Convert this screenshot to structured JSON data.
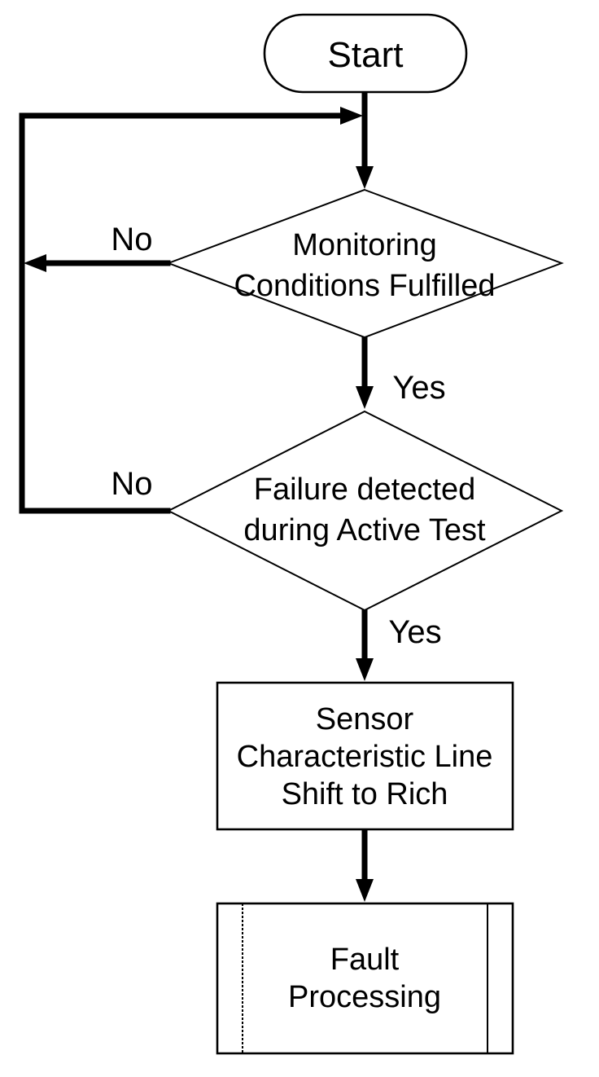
{
  "diagram": {
    "type": "flowchart",
    "colors": {
      "ink": "#000000",
      "background": "#ffffff"
    },
    "nodes": {
      "start": {
        "type": "terminator",
        "label": "Start"
      },
      "monitoring_decision": {
        "type": "decision",
        "lines": [
          "Monitoring",
          "Conditions Fulfilled"
        ]
      },
      "active_test_decision": {
        "type": "decision",
        "lines": [
          "Failure detected",
          "during Active Test"
        ]
      },
      "sensor_shift_process": {
        "type": "process",
        "lines": [
          "Sensor",
          "Characteristic Line",
          "Shift to Rich"
        ]
      },
      "fault_processing": {
        "type": "predefined-process",
        "lines": [
          "Fault",
          "Processing"
        ]
      }
    },
    "edge_labels": {
      "monitoring_no": "No",
      "monitoring_yes": "Yes",
      "active_test_no": "No",
      "active_test_yes": "Yes"
    },
    "edges": [
      {
        "from": "start",
        "to": "monitoring_decision",
        "label": ""
      },
      {
        "from": "monitoring_decision",
        "to": "monitoring_decision",
        "label": "No",
        "via": "left-loop"
      },
      {
        "from": "monitoring_decision",
        "to": "active_test_decision",
        "label": "Yes"
      },
      {
        "from": "active_test_decision",
        "to": "monitoring_decision",
        "label": "No",
        "via": "left-loop"
      },
      {
        "from": "active_test_decision",
        "to": "sensor_shift_process",
        "label": "Yes"
      },
      {
        "from": "sensor_shift_process",
        "to": "fault_processing",
        "label": ""
      }
    ]
  }
}
